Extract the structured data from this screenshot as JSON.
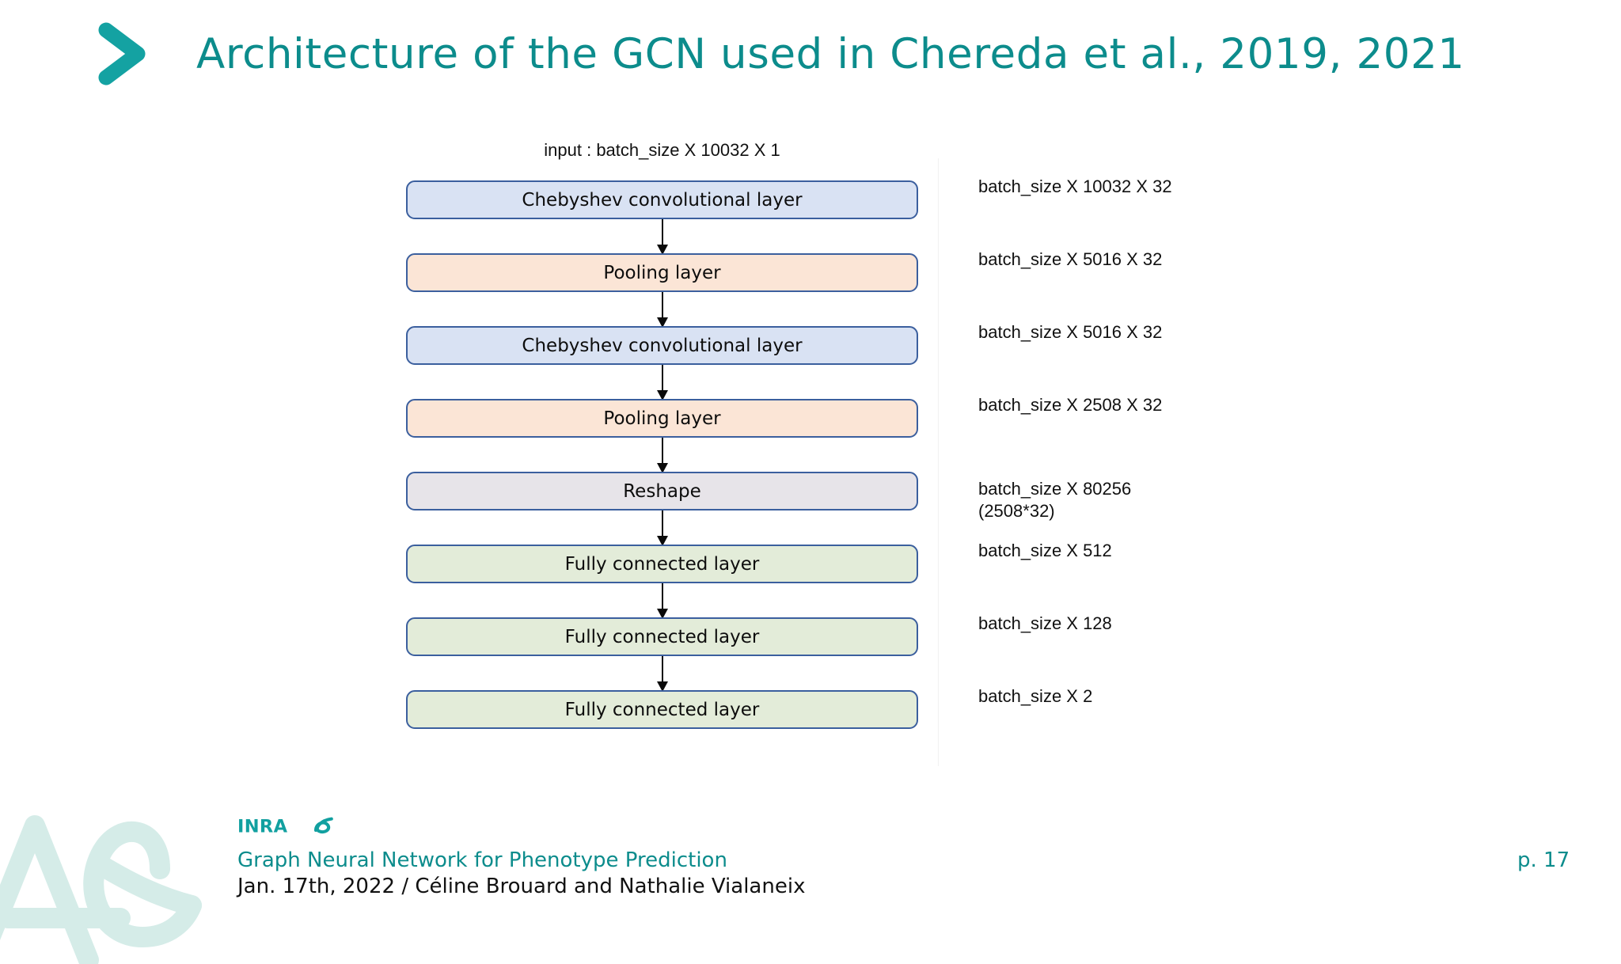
{
  "slide": {
    "title": "Architecture of the GCN used in Chereda et al., 2019, 2021",
    "bullet_icon": "chevron-right-icon",
    "accent_color": "#0c8c8c"
  },
  "diagram": {
    "input_label": "input : batch_size X 10032 X 1",
    "nodes": [
      {
        "label": "Chebyshev convolutional layer",
        "kind": "cheby",
        "fill": "#d9e2f3",
        "output_shape": "batch_size X 10032 X 32"
      },
      {
        "label": "Pooling layer",
        "kind": "pooling",
        "fill": "#fbe5d6",
        "output_shape": "batch_size X 5016 X 32"
      },
      {
        "label": "Chebyshev convolutional layer",
        "kind": "cheby",
        "fill": "#d9e2f3",
        "output_shape": "batch_size X 5016 X 32"
      },
      {
        "label": "Pooling layer",
        "kind": "pooling",
        "fill": "#fbe5d6",
        "output_shape": "batch_size X 2508 X 32"
      },
      {
        "label": "Reshape",
        "kind": "reshape",
        "fill": "#e7e4e9",
        "output_shape": "batch_size X 80256\n(2508*32)"
      },
      {
        "label": "Fully connected layer",
        "kind": "fc",
        "fill": "#e3ecd9",
        "output_shape": "batch_size X 512"
      },
      {
        "label": "Fully connected layer",
        "kind": "fc",
        "fill": "#e3ecd9",
        "output_shape": "batch_size X 128"
      },
      {
        "label": "Fully connected layer",
        "kind": "fc",
        "fill": "#e3ecd9",
        "output_shape": "batch_size X 2"
      }
    ]
  },
  "footer": {
    "logo_text": "INRAE",
    "subject": "Graph Neural Network for Phenotype Prediction",
    "meta": "Jan. 17th, 2022 / Céline Brouard and Nathalie Vialaneix",
    "page": "p. 17"
  }
}
